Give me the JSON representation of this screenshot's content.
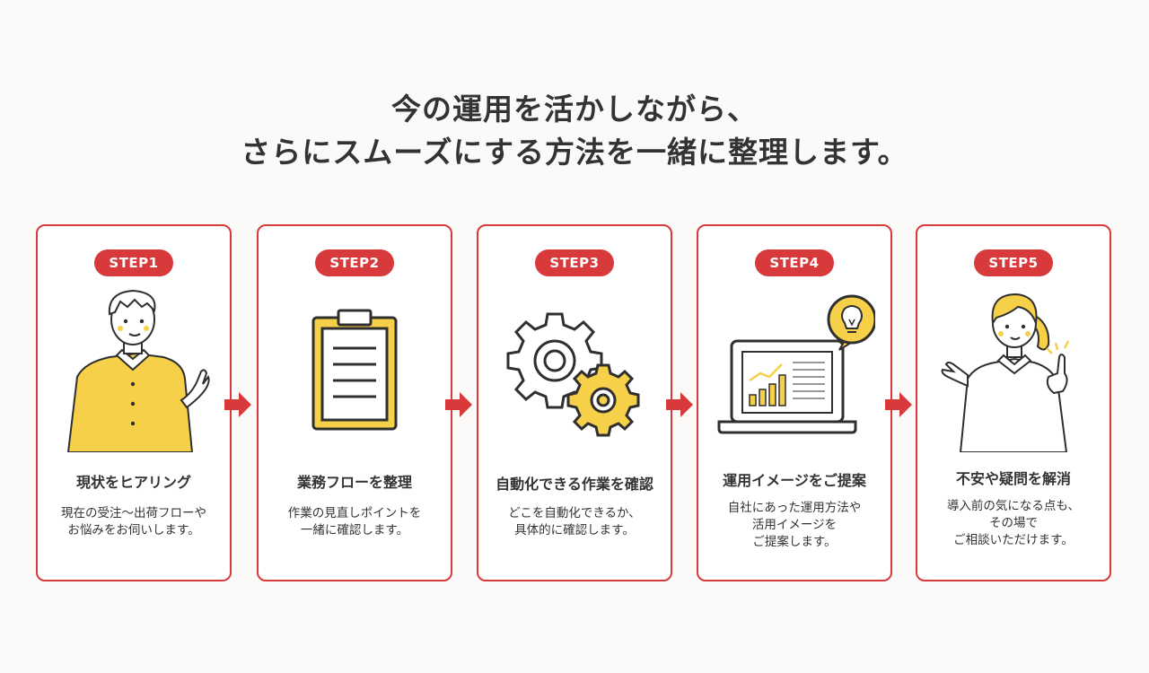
{
  "heading": {
    "line1": "今の運用を活かしながら、",
    "line2": "さらにスムーズにする方法を一緒に整理します。"
  },
  "colors": {
    "accent": "#d8393a",
    "yellow": "#f7d04a",
    "text": "#333333"
  },
  "steps": [
    {
      "badge": "STEP1",
      "icon": "man-explaining-icon",
      "title": "現状をヒアリング",
      "desc": [
        "現在の受注〜出荷フローや",
        "お悩みをお伺いします。"
      ]
    },
    {
      "badge": "STEP2",
      "icon": "clipboard-icon",
      "title": "業務フローを整理",
      "desc": [
        "作業の見直しポイントを",
        "一緒に確認します。"
      ]
    },
    {
      "badge": "STEP3",
      "icon": "gears-icon",
      "title": "自動化できる作業を確認",
      "desc": [
        "どこを自動化できるか、",
        "具体的に確認します。"
      ]
    },
    {
      "badge": "STEP4",
      "icon": "laptop-idea-icon",
      "title": "運用イメージをご提案",
      "desc": [
        "自社にあった運用方法や",
        "活用イメージを",
        "ご提案します。"
      ]
    },
    {
      "badge": "STEP5",
      "icon": "woman-explaining-icon",
      "title": "不安や疑問を解消",
      "desc": [
        "導入前の気になる点も、",
        "その場で",
        "ご相談いただけます。"
      ]
    }
  ]
}
